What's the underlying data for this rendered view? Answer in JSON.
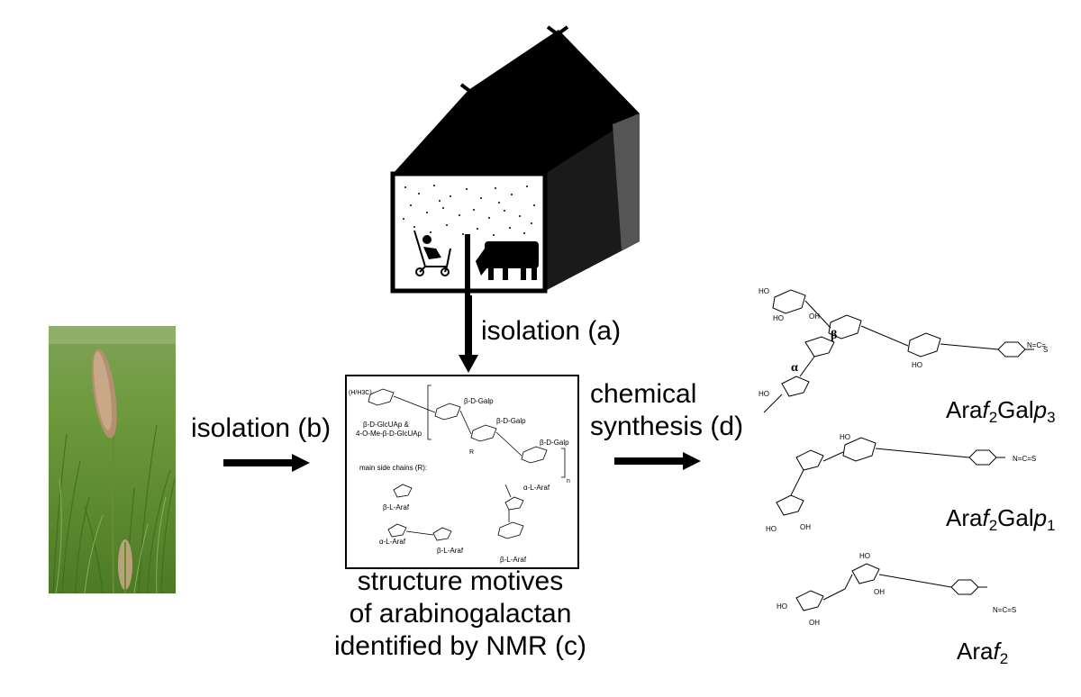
{
  "labels": {
    "isolation_a": "isolation (a)",
    "isolation_b": "isolation (b)",
    "chemical_synthesis_line1": "chemical",
    "chemical_synthesis_line2": "synthesis (d)",
    "structure_line1": "structure motives",
    "structure_line2": "of arabinogalactan",
    "structure_line3": "identified by NMR (c)"
  },
  "molecules": [
    {
      "prefix": "Ara",
      "italic1": "f",
      "sub1": "2",
      "middle": "Gal",
      "italic2": "p",
      "sub2": "3"
    },
    {
      "prefix": "Ara",
      "italic1": "f",
      "sub1": "2",
      "middle": "Gal",
      "italic2": "p",
      "sub2": "1"
    },
    {
      "prefix": "Ara",
      "italic1": "f",
      "sub1": "2",
      "middle": "",
      "italic2": "",
      "sub2": ""
    }
  ],
  "structure_box": {
    "texts": {
      "unit_main": "β-D-Galp",
      "unit_main2": "β-D-Galp",
      "unit_main3": "β-D-Galp",
      "glcua": "β-D-GlcUAp &",
      "glcua2": "4-O-Me-β-D-GlcUAp",
      "side_chains": "main side chains (R):",
      "beta_araf": "β-L-Araf",
      "alpha_araf": "α-L-Araf",
      "alpha_araf2": "α-L-Araf",
      "beta_araf2": "β-L-Araf",
      "beta_araf3": "β-L-Araf",
      "h_ch3": "(H/H3C)",
      "r": "R",
      "n": "n"
    }
  },
  "greek": {
    "beta": "β",
    "alpha": "α"
  }
}
